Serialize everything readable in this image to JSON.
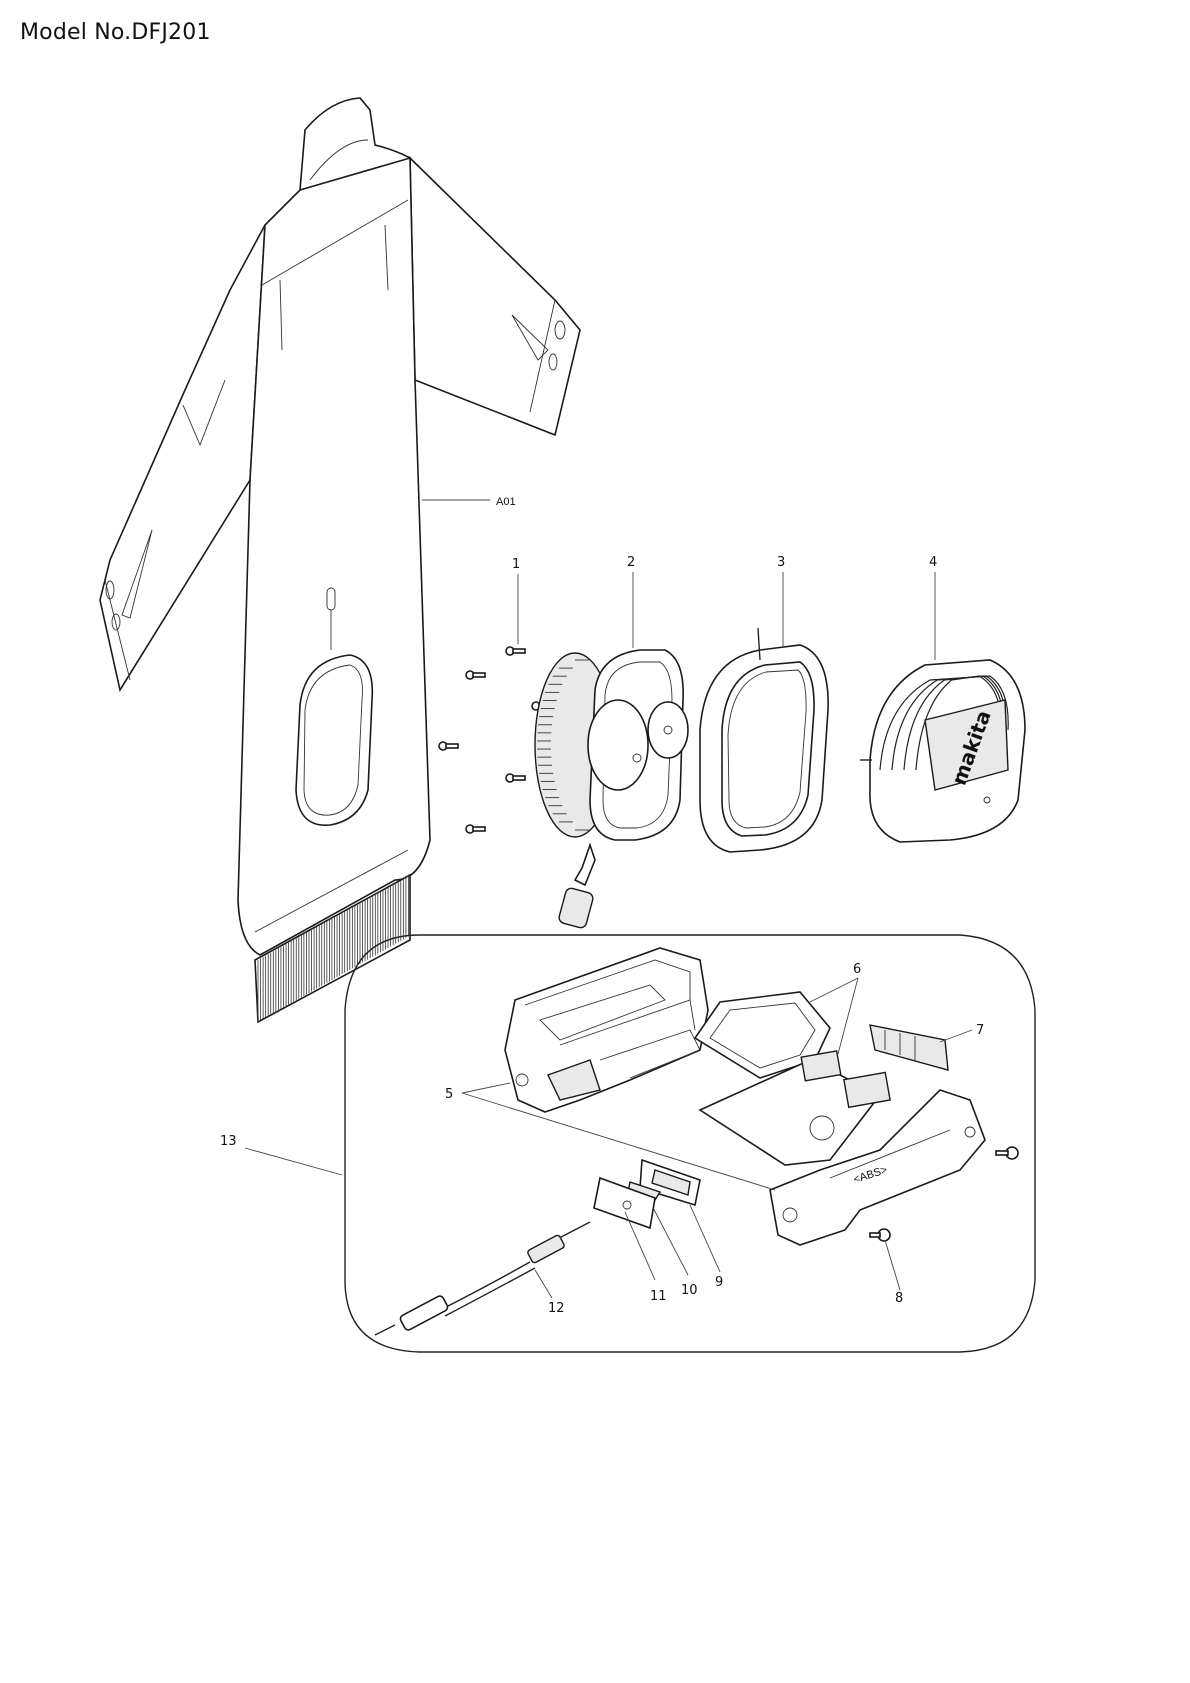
{
  "header": {
    "model_title": "Model No.DFJ201"
  },
  "callouts": {
    "a01": "A01",
    "p1": "1",
    "p2": "2",
    "p3": "3",
    "p4": "4",
    "p5": "5",
    "p6": "6",
    "p7": "7",
    "p8": "8",
    "p9": "9",
    "p10": "10",
    "p11": "11",
    "p12": "12",
    "p13": "13"
  },
  "markings": {
    "logo": "makita",
    "abs": "<ABS>"
  }
}
